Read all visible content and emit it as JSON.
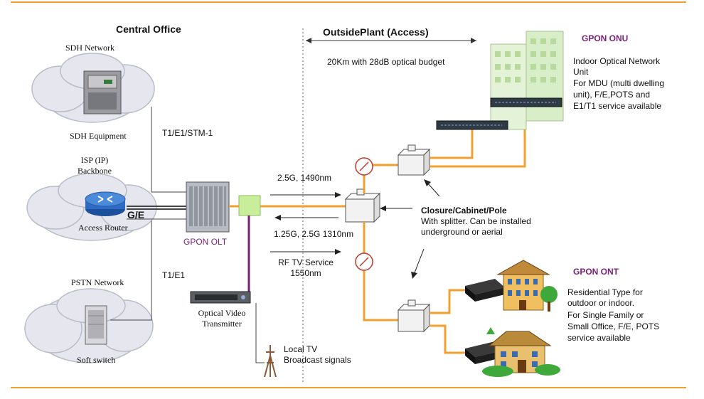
{
  "central_office": {
    "title": "Central Office",
    "sdh_network": "SDH Network",
    "sdh_equipment": "SDH Equipment",
    "isp_backbone_line1": "ISP (IP)",
    "isp_backbone_line2": "Backbone",
    "ge_label": "G/E",
    "access_router": "Access Router",
    "pstn_network": "PSTN Network",
    "soft_switch": "Soft switch",
    "link_sdh": "T1/E1/STM-1",
    "link_pstn": "T1/E1",
    "olt_label": "GPON OLT",
    "ovt_line1": "Optical Video",
    "ovt_line2": "Transmitter",
    "local_tv_line1": "Local TV",
    "local_tv_line2": "Broadcast signals"
  },
  "outside_plant": {
    "title": "OutsidePlant (Access)",
    "budget": "20Km with 28dB optical budget",
    "down_rate": "2.5G, 1490nm",
    "up_rate": "1.25G, 2.5G 1310nm",
    "rf_line1": "RF TV Service",
    "rf_line2": "1550nm",
    "closure_title": "Closure/Cabinet/Pole",
    "closure_line1": "With splitter. Can be installed",
    "closure_line2": "underground or aerial"
  },
  "onu": {
    "title": "GPON ONU",
    "desc": [
      "Indoor Optical Network",
      "Unit",
      "For MDU (multi dwelling",
      "unit), F/E,POTS and",
      "E1/T1 service available"
    ]
  },
  "ont": {
    "title": "GPON ONT",
    "desc": [
      "Residential Type for",
      "outdoor or indoor.",
      "For Single Family or",
      "Small Office, F/E, POTS",
      "service available"
    ]
  },
  "colors": {
    "fiber": "#f0a030",
    "rule": "#f0a030",
    "purple": "#7a1f7a",
    "cloud": "#e8e8ee"
  }
}
